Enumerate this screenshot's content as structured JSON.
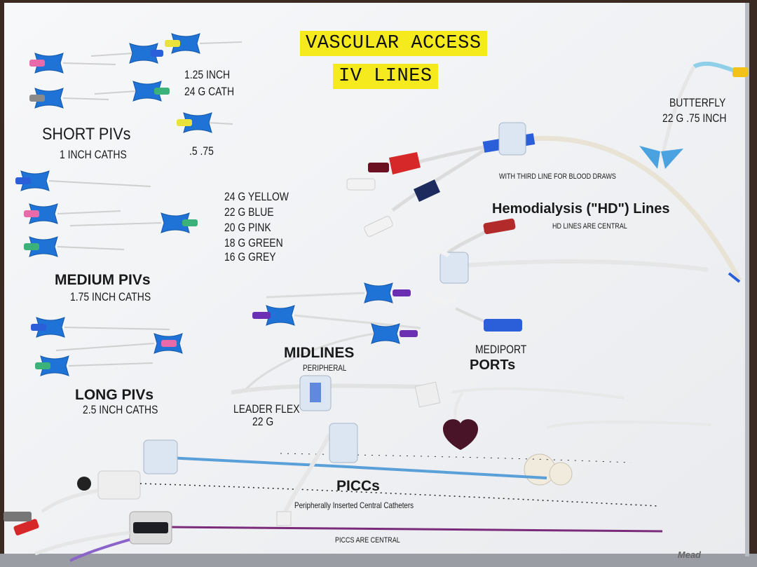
{
  "title": {
    "line1": "VASCULAR ACCESS",
    "line2": "IV LINES"
  },
  "short_pivs": {
    "heading": "SHORT PIVs",
    "sub": "1 INCH CATHS",
    "size_label_1": "1.25 INCH",
    "size_label_2": "24 G CATH",
    "size_label_3": ".5   .75"
  },
  "gauge_colors": [
    "24 G YELLOW",
    "22 G BLUE",
    "20 G PINK",
    "18 G GREEN",
    "16 G GREY"
  ],
  "medium_pivs": {
    "heading": "MEDIUM PIVs",
    "sub": "1.75 INCH CATHS"
  },
  "long_pivs": {
    "heading": "LONG PIVs",
    "sub": "2.5 INCH CATHS"
  },
  "midlines": {
    "heading": "MIDLINES",
    "sub": "PERIPHERAL"
  },
  "leader_flex": {
    "line1": "LEADER FLEX",
    "line2": "22 G"
  },
  "butterfly": {
    "line1": "BUTTERFLY",
    "line2": "22 G .75 INCH"
  },
  "hd": {
    "note": "WITH THIRD LINE FOR BLOOD DRAWS",
    "heading": "Hemodialysis (\"HD\") Lines",
    "sub": "HD LINES ARE CENTRAL"
  },
  "ports": {
    "line1": "MEDIPORT",
    "line2": "PORTs"
  },
  "piccs": {
    "heading": "PICCs",
    "sub": "Peripherally Inserted Central Catheters",
    "note": "PICCS ARE CENTRAL"
  },
  "brand": "Mead",
  "colors": {
    "board": "#f3f4f6",
    "highlight": "#f4ea1e",
    "wing_blue": "#1f73d6",
    "hub_yellow": "#e8e23a",
    "hub_pink": "#e86aa8",
    "hub_green": "#3bb27a",
    "hub_grey": "#8a8a8a",
    "hub_blue": "#2b5fd9",
    "hub_purple": "#6b2fb3",
    "red": "#d62828",
    "maroon": "#6b1020"
  }
}
